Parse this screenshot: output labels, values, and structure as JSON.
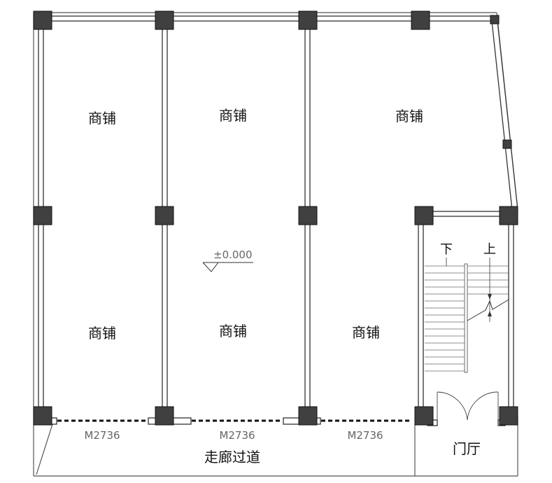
{
  "rooms": {
    "shop_1": "商铺",
    "shop_2": "商铺",
    "shop_3": "商铺",
    "shop_4": "商铺",
    "shop_5": "商铺",
    "shop_6": "商铺",
    "corridor": "走廊过道",
    "lobby": "门厅"
  },
  "stair": {
    "down_label": "下",
    "up_label": "上"
  },
  "elevation_mark": "±0.000",
  "doors": {
    "door_1": "M2736",
    "door_2": "M2736",
    "door_3": "M2736"
  },
  "colors": {
    "line": "#333333",
    "column": "#404040",
    "dim_text": "#666666"
  }
}
